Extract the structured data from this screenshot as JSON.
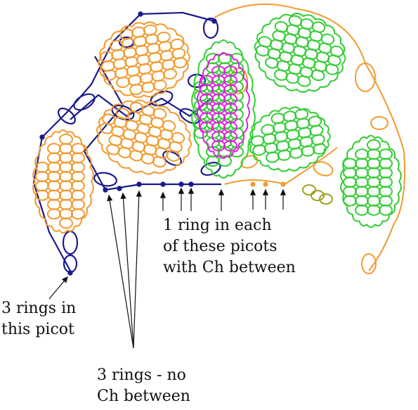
{
  "colors": {
    "navy": "#1a1a8c",
    "orange": "#f29a2e",
    "green": "#33cc33",
    "magenta": "#dd22dd",
    "olive": "#a0a020",
    "arrow": "#111111"
  },
  "annotations": {
    "picots_note": [
      "1 ring in each",
      "of these picots",
      "with Ch between"
    ],
    "single_picot_note": [
      "3 rings in",
      "this picot"
    ],
    "no_chain_note": [
      "3 rings - no",
      "Ch between"
    ]
  }
}
